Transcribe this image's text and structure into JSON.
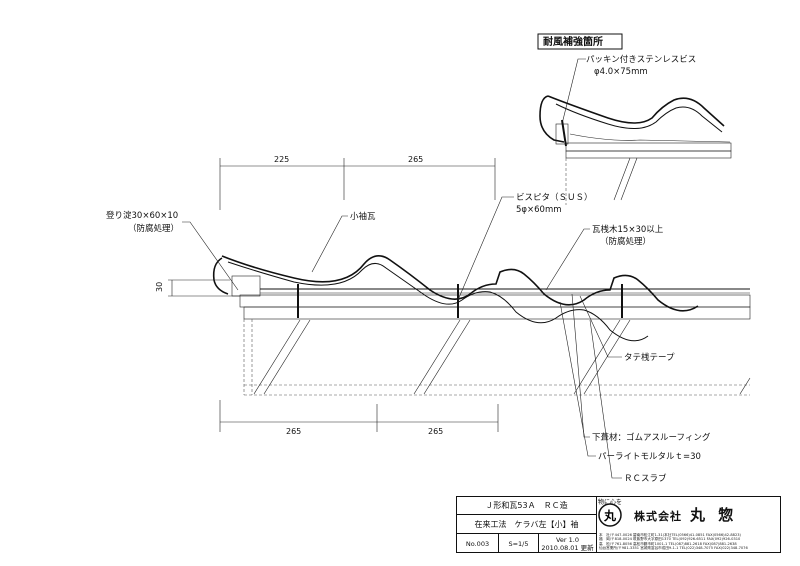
{
  "detail": {
    "title": "耐風補強箇所",
    "screw_label": "パッキン付きステンレスビス",
    "screw_size": "φ4.0×75mm"
  },
  "dimensions": {
    "top_left": "225",
    "top_right": "265",
    "bottom_left": "265",
    "bottom_right": "265",
    "height": "30"
  },
  "labels": {
    "nokiyodo_1": "登り淀30×60×10",
    "nokiyodo_2": "（防腐処理）",
    "kosode": "小袖瓦",
    "bispita_1": "ビスピタ（ＳＵＳ）",
    "bispita_2": "5φ×60mm",
    "kawarazan_1": "瓦桟木15×30以上",
    "kawarazan_2": "（防腐処理）",
    "tatesan": "タテ桟テープ",
    "shitabuki": "下葺材：ゴムアスルーフィング",
    "perlite": "パーライトモルタルｔ=30",
    "rc": "ＲＣスラブ"
  },
  "title_block": {
    "product": "Ｊ形和瓦53Ａ　ＲＣ造",
    "method": "在来工法　ケラバ左【小】袖",
    "number": "No.003",
    "scale": "S=1/5",
    "version": "Ver 1.0",
    "date": "2010.08.01 更新",
    "logo_caption": "物に心を",
    "logo_char": "丸",
    "company": "株式会社",
    "company_name": "丸 惣",
    "address": "本　社/〒447-0026 碧南市松江町1-31(本社TEL(0566)41-0851 FAX(0566)42-8823)\n福　岡/〒818-0024 筑紫野市大字原田1370 TEL(092)926-6511 FAX(092)926-0310\n高　松/〒761-8056 高松市鶴市町1001-1 TEL(087)881-2618 FAX(087)881-2638\n仙台営業所/〒981-3351 宮城県富谷市成田9-1-1 TEL(022)348-7075 FAX(022)348-7076"
  }
}
